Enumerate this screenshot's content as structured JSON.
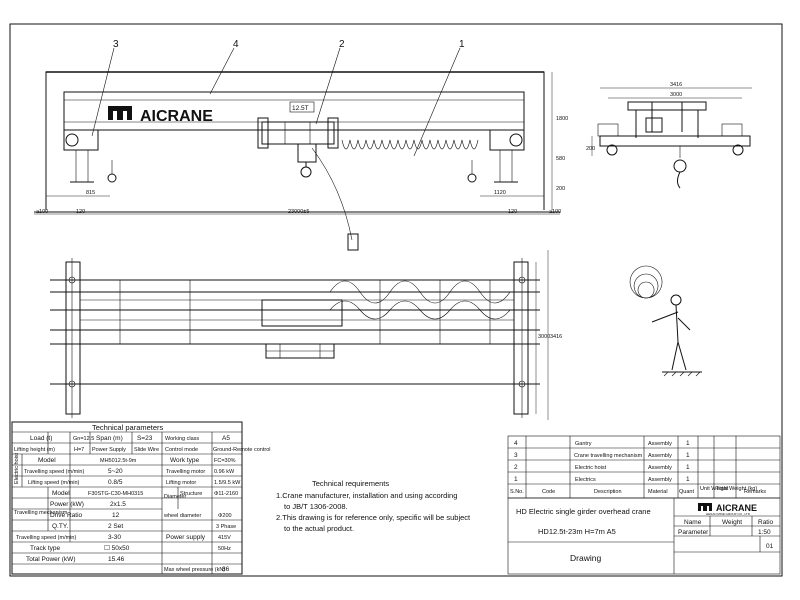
{
  "brand": {
    "name": "AICRANE",
    "title_block_name": "AICRANE",
    "company": "HENAN MINE GROUP CO., LTD."
  },
  "callouts": [
    "3",
    "4",
    "2",
    "1"
  ],
  "front_view": {
    "beam_label": "12.5T",
    "dims": {
      "left_edge": "≥100",
      "right_edge": "≥100",
      "left_end": "120",
      "right_end": "120",
      "span": "23000±5",
      "left_hook": "815",
      "right_hook": "1120",
      "h1": "1800",
      "h2": "580",
      "h3": "200"
    }
  },
  "side_view": {
    "dims": {
      "overall": "3416",
      "wheelbase": "3000",
      "rail": "200"
    }
  },
  "plan_view": {
    "dims": {
      "inner": "3000",
      "outer": "3416"
    }
  },
  "tech_params": {
    "title": "Technical parameters",
    "rows": [
      [
        "Load (t)",
        "Gn=12.5",
        "Span (m)",
        "S=23",
        "Working class",
        "A5"
      ],
      [
        "Lifting height (m)",
        "H=7",
        "Power Supply",
        "Slide Wire",
        "Control mode",
        "Ground-Remote control"
      ],
      [
        "Model",
        "",
        "MH5012.5t-9m",
        "",
        "Work type",
        "FC=30%"
      ],
      [
        "Travelling speed (m/min)",
        "",
        "5~20",
        "",
        "Travelling motor",
        "0.96 kW"
      ],
      [
        "Lifting speed (m/min)",
        "",
        "0.8/5",
        "",
        "Lifting motor",
        "1.5/9.5 kW"
      ]
    ],
    "electric_hoist_label": "Electric hoist",
    "travelling_label": "Travelling mechanism",
    "mech_rows": [
      [
        "Model",
        "F30STG-C30-MH0315"
      ],
      [
        "Power (kW)",
        "2x1.5"
      ],
      [
        "Drive Ratio",
        "12"
      ],
      [
        "Q.TY.",
        "2 Set"
      ]
    ],
    "right_rows": [
      [
        "Structure",
        "Diameter",
        "Φ11-2160"
      ],
      [
        "",
        "wheel diameter",
        "Φ200"
      ],
      [
        "Power supply",
        "",
        "3 Phase"
      ],
      [
        "",
        "",
        "415V"
      ],
      [
        "",
        "",
        "50Hz"
      ]
    ],
    "bottom_rows": [
      [
        "Travelling speed (m/min)",
        "3-30"
      ],
      [
        "Track type",
        "☐ 50x50"
      ],
      [
        "Total Power (kW)",
        "15.46"
      ]
    ],
    "max_wheel_label": "Max wheel pressure (kN)",
    "max_wheel_value": "86"
  },
  "requirements": {
    "title": "Technical requirements",
    "lines": [
      "1.Crane manufacturer, installation and using according",
      "to JB/T 1306-2008.",
      "2.This drawing is for reference only, specific will be subject",
      "to the actual product."
    ]
  },
  "bom": {
    "rows": [
      [
        "4",
        "",
        "Gantry",
        "Assembly",
        "1"
      ],
      [
        "3",
        "",
        "Crane travelling mechanism",
        "Assembly",
        "1"
      ],
      [
        "2",
        "",
        "Electric hoist",
        "Assembly",
        "1"
      ],
      [
        "1",
        "",
        "Electrics",
        "Assembly",
        "1"
      ]
    ],
    "header": [
      "S.No.",
      "Code",
      "Description",
      "Material",
      "Quant",
      "Unit Weight",
      "Total Weight (kg)",
      "Remarks"
    ]
  },
  "title_block": {
    "line1": "HD Electric single girder overhead crane",
    "line2": "HD12.5t-23m H=7m  A5",
    "drawing": "Drawing",
    "name_label": "Name",
    "weight_label": "Weight",
    "ratio_label": "Ratio",
    "parameter": "Parameter",
    "ratio_value": "1:50",
    "sheet": "01"
  }
}
